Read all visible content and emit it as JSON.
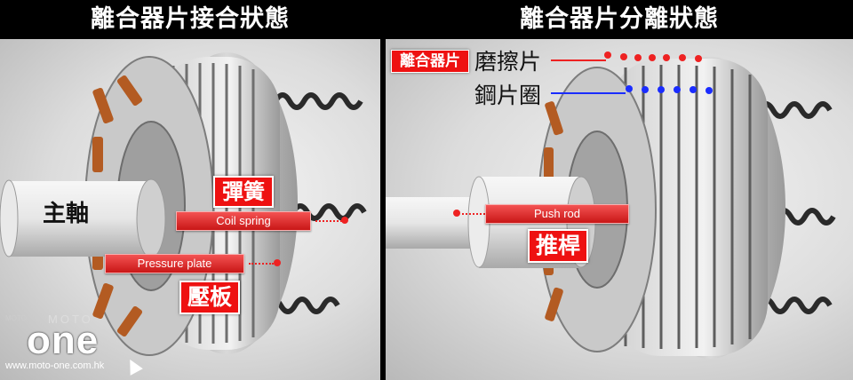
{
  "left_panel": {
    "title": "離合器片接合狀態",
    "shaft_label": "主軸",
    "spring_label_zh": "彈簧",
    "spring_label_en": "Coil spring",
    "plate_label_en": "Pressure plate",
    "plate_label_zh": "壓板"
  },
  "right_panel": {
    "title": "離合器片分離狀態",
    "clutch_plate_tag": "離合器片",
    "friction_label": "磨擦片",
    "steel_label": "鋼片圈",
    "pushrod_label_en": "Push rod",
    "pushrod_label_zh": "推桿"
  },
  "watermark": {
    "brand_top": "MOTO",
    "brand_main": "one",
    "url": "www.moto-one.com.hk",
    "tag": "MOTO"
  },
  "colors": {
    "accent_red": "#e11111",
    "marker_blue": "#1a2cff",
    "header_bg": "#000000"
  }
}
